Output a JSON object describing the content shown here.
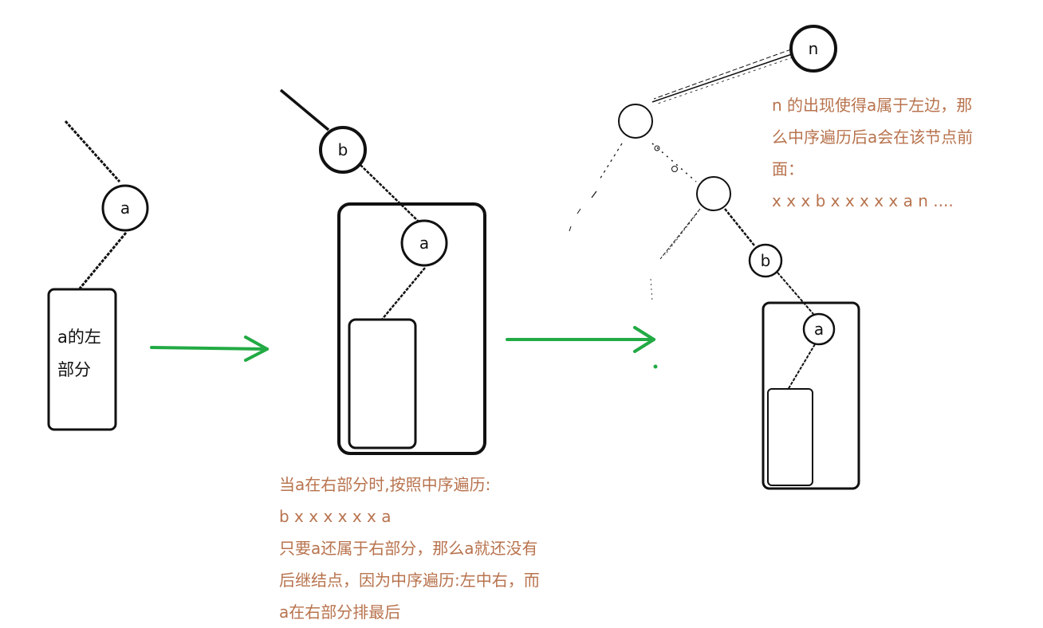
{
  "nodes": {
    "panel1_a": "a",
    "panel2_b": "b",
    "panel2_a": "a",
    "panel3_n": "n",
    "panel3_b": "b",
    "panel3_a": "a"
  },
  "left_box": {
    "line1": "a的左",
    "line2": "部分"
  },
  "note_middle": {
    "line1": "当a在右部分时,按照中序遍历:",
    "line2": "b x x x x x x a",
    "line3": "只要a还属于右部分，那么a就还没有",
    "line4": "后继结点，因为中序遍历:左中右，而",
    "line5": "a在右部分排最后"
  },
  "note_right": {
    "line1": "n 的出现使得a属于左边，那",
    "line2": "么中序遍历后a会在该节点前",
    "line3": "面：",
    "line4": "x x x b x x x x x a n ...."
  },
  "colors": {
    "ink": "#111111",
    "arrow": "#22aa44",
    "note_text": "#b8734e"
  }
}
